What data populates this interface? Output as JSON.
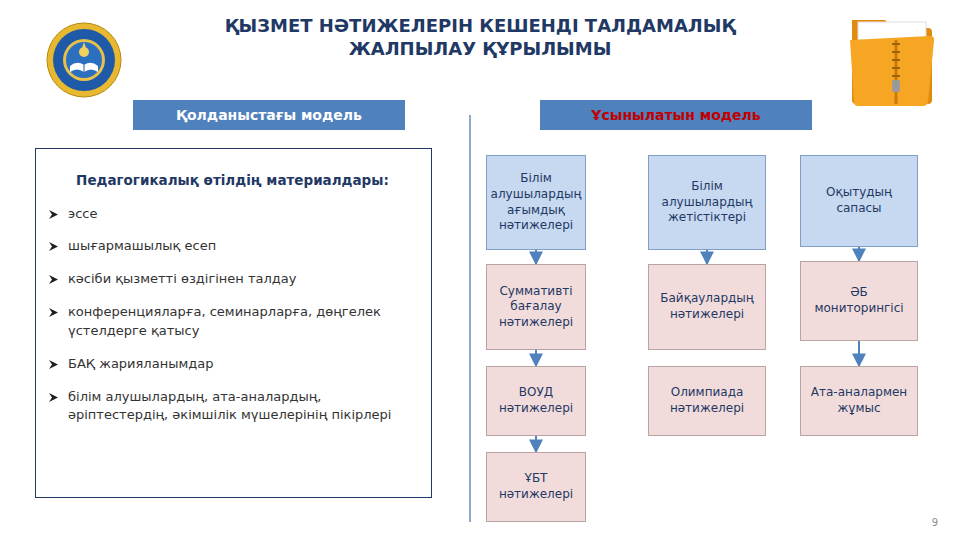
{
  "diagram": {
    "title": "ҚЫЗМЕТ НӘТИЖЕЛЕРІН КЕШЕНДІ ТАЛДАМАЛЫҚ ЖАЛПЫЛАУ ҚҰРЫЛЫМЫ",
    "nodes": [
      {
        "text": [
          "Қолданыстағы модель"
        ]
      },
      {
        "text": [
          "Ұсынылатын модель"
        ]
      },
      {
        "text": [
          "Педагогикалық өтілдің материалдары:",
          "эссе",
          "шығармашылық есеп",
          "кәсіби қызметті өздігінен талдау",
          "конференцияларға, семинарларға, дөңгелек үстелдерге қатысу",
          "БАҚ жарияланымдар",
          "білім алушылардың, ата-аналардың, әріптестердің, әкімшілік мүшелерінің пікірлері"
        ]
      },
      {
        "text": [
          "Білім алушылардың ағымдық нәтижелері"
        ]
      },
      {
        "text": [
          "Суммативті бағалау нәтижелері"
        ]
      },
      {
        "text": [
          "ВОУД нәтижелері"
        ]
      },
      {
        "text": [
          "ҰБТ нәтижелері"
        ]
      },
      {
        "text": [
          "Білім алушылардың жетістіктері"
        ]
      },
      {
        "text": [
          "Байқаулардың нәтижелері"
        ]
      },
      {
        "text": [
          "Олимпиада нәтижелері"
        ]
      },
      {
        "text": [
          "Оқытудың сапасы"
        ]
      },
      {
        "text": [
          "ӘБ мониторингісі"
        ]
      },
      {
        "text": [
          "Ата-аналармен жұмыс"
        ]
      }
    ],
    "edges": [
      {
        "from": 3,
        "to": 4,
        "arrow": "to"
      },
      {
        "from": 4,
        "to": 5,
        "arrow": "to"
      },
      {
        "from": 5,
        "to": 6,
        "arrow": "to"
      },
      {
        "from": 7,
        "to": 8,
        "arrow": "to"
      },
      {
        "from": 10,
        "to": 11,
        "arrow": "to"
      },
      {
        "from": 11,
        "to": 12,
        "arrow": "to"
      }
    ],
    "labels": [
      "9"
    ]
  }
}
